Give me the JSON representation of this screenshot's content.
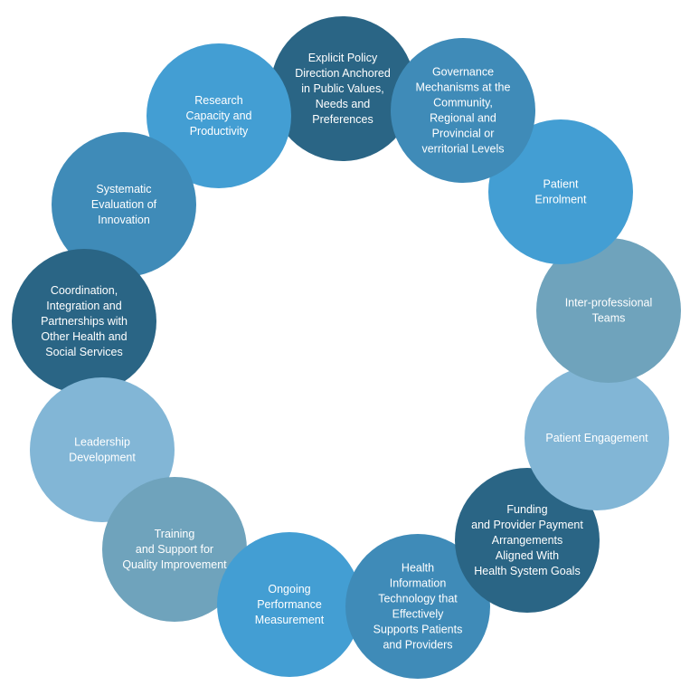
{
  "diagram": {
    "type": "circular-cycle",
    "colors": {
      "dark_navy": "#2a6585",
      "medium_blue": "#3f8bb8",
      "bright_blue": "#439ed3",
      "slate_blue": "#6fa3bc",
      "light_blue": "#82b6d6",
      "text": "#ffffff"
    },
    "nodes": [
      {
        "id": "explicit-policy",
        "lines": [
          "Explicit Policy",
          "Direction Anchored",
          "in Public Values,",
          "Needs and",
          "Preferences"
        ],
        "color": "#2a6585"
      },
      {
        "id": "research-capacity",
        "lines": [
          "Research",
          "Capacity and",
          "Productivity"
        ],
        "color": "#439ed3"
      },
      {
        "id": "systematic-evaluation",
        "lines": [
          "Systematic",
          "Evaluation of",
          "Innovation"
        ],
        "color": "#3f8bb8"
      },
      {
        "id": "coordination-integration",
        "lines": [
          "Coordination,",
          "Integration and",
          "Partnerships with",
          "Other Health and",
          "Social Services"
        ],
        "color": "#2a6585"
      },
      {
        "id": "leadership-development",
        "lines": [
          "Leadership",
          "Development"
        ],
        "color": "#82b6d6"
      },
      {
        "id": "training-support",
        "lines": [
          "Training",
          "and Support for",
          "Quality Improvement"
        ],
        "color": "#6fa3bc"
      },
      {
        "id": "ongoing-performance",
        "lines": [
          "Ongoing",
          "Performance",
          "Measurement"
        ],
        "color": "#439ed3"
      },
      {
        "id": "health-information-technology",
        "lines": [
          "Health",
          "Information",
          "Technology that",
          "Effectively",
          "Supports Patients",
          "and Providers"
        ],
        "color": "#3f8bb8"
      },
      {
        "id": "funding-payment",
        "lines": [
          "Funding",
          "and Provider Payment",
          "Arrangements",
          "Aligned With",
          "Health System Goals"
        ],
        "color": "#2a6585"
      },
      {
        "id": "patient-engagement",
        "lines": [
          "Patient Engagement"
        ],
        "color": "#82b6d6"
      },
      {
        "id": "inter-professional-teams",
        "lines": [
          "Inter-professional",
          "Teams"
        ],
        "color": "#6fa3bc"
      },
      {
        "id": "patient-enrolment",
        "lines": [
          "Patient",
          "Enrolment"
        ],
        "color": "#439ed3"
      },
      {
        "id": "governance-mechanisms",
        "lines": [
          "Governance",
          "Mechanisms at the",
          "Community,",
          "Regional and",
          "Provincial or",
          "verritorial Levels"
        ],
        "color": "#3f8bb8"
      }
    ]
  }
}
